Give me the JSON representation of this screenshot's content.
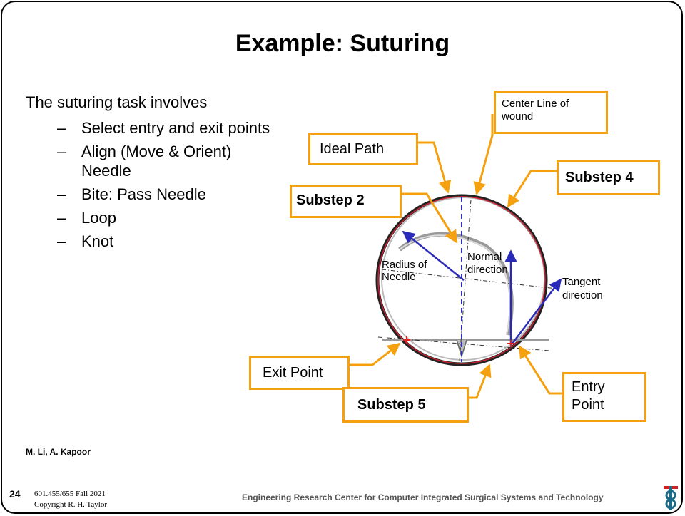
{
  "slide": {
    "title": "Example: Suturing",
    "intro": "The suturing task involves",
    "bullets": [
      {
        "dash": "–",
        "text": "Select entry and exit points"
      },
      {
        "dash": "–",
        "text": "Align (Move & Orient) Needle"
      },
      {
        "dash": "–",
        "text": "Bite: Pass Needle"
      },
      {
        "dash": "–",
        "text": "Loop"
      },
      {
        "dash": "–",
        "text": "Knot"
      }
    ]
  },
  "diagram": {
    "callouts": {
      "center_line": "Center Line of wound",
      "ideal_path": "Ideal Path",
      "substep_2": "Substep 2",
      "substep_4": "Substep 4",
      "exit_point": "Exit Point",
      "substep_5": "Substep 5",
      "entry_point": "Entry Point"
    },
    "labels": {
      "radius": "Radius of Needle",
      "normal": "Normal direction",
      "tangent": "Tangent direction"
    },
    "colors": {
      "callout_border": "#f5a10f",
      "circle": "#cc2233",
      "vector": "#2a2ab8",
      "path_dash": "#3030c0"
    }
  },
  "footer": {
    "authors": "M. Li, A. Kapoor",
    "page_number": "24",
    "course": "601.455/655 Fall 2021",
    "copyright": "Copyright R. H. Taylor",
    "center_name": "Engineering Research Center for Computer Integrated Surgical Systems and Technology",
    "logo_icon": "erc-cisst-logo-icon"
  }
}
